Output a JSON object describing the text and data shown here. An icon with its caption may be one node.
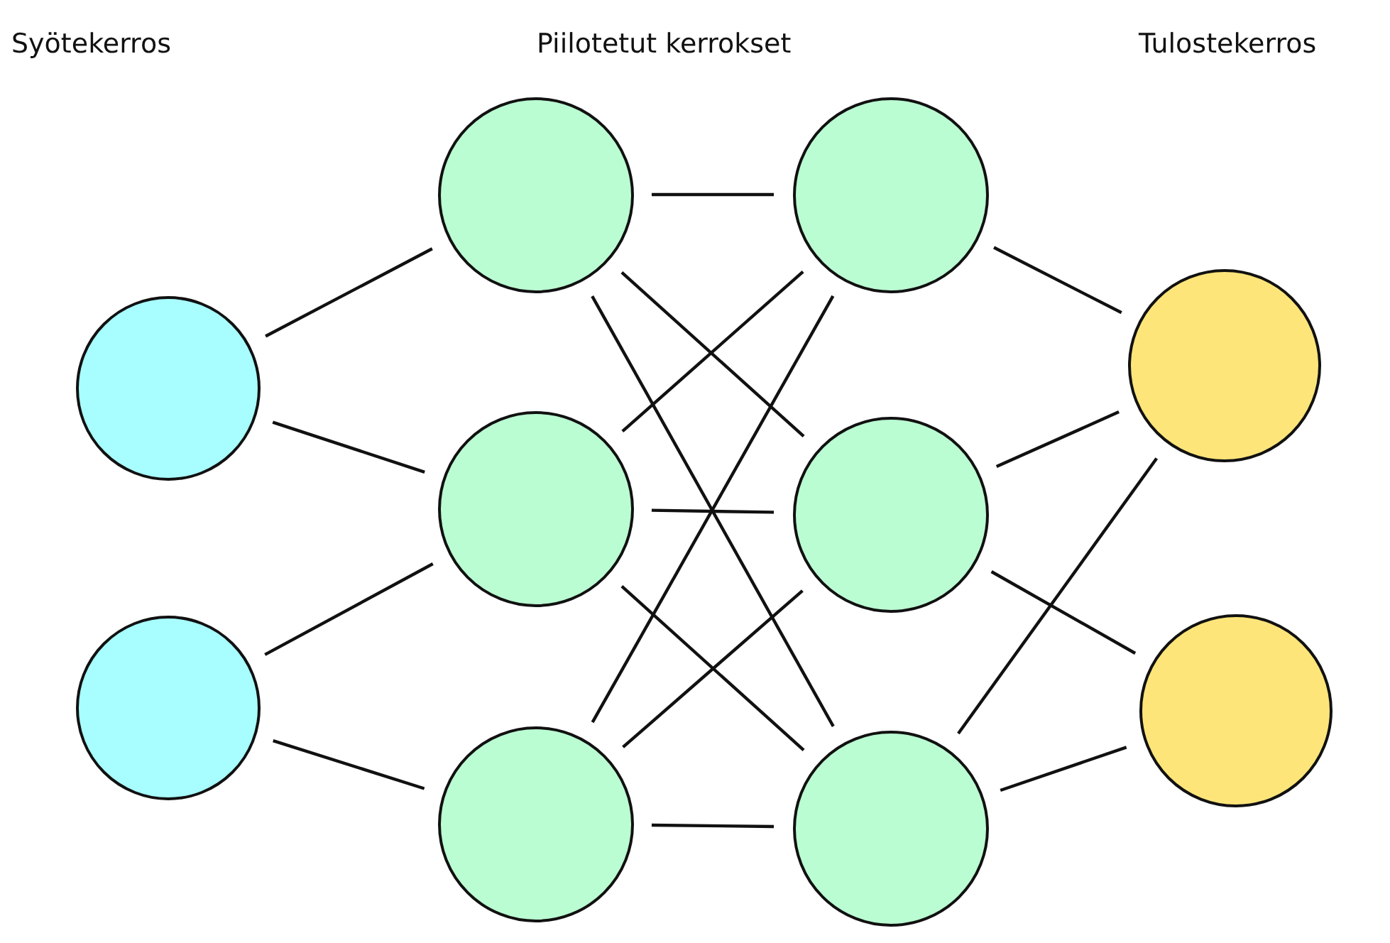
{
  "diagram": {
    "nodes": [
      {
        "text": [],
        "shape": "circle"
      },
      {
        "text": [],
        "shape": "circle"
      },
      {
        "text": [],
        "shape": "circle"
      },
      {
        "text": [],
        "shape": "circle"
      },
      {
        "text": [],
        "shape": "circle"
      },
      {
        "text": [],
        "shape": "circle"
      },
      {
        "text": [],
        "shape": "circle"
      },
      {
        "text": [],
        "shape": "circle"
      },
      {
        "text": [],
        "shape": "circle"
      },
      {
        "text": [],
        "shape": "circle"
      }
    ],
    "edges": [
      {
        "from": 0,
        "to": 2,
        "arrow": "none"
      },
      {
        "from": 0,
        "to": 3,
        "arrow": "none"
      },
      {
        "from": 1,
        "to": 3,
        "arrow": "none"
      },
      {
        "from": 1,
        "to": 4,
        "arrow": "none"
      },
      {
        "from": 2,
        "to": 5,
        "arrow": "none"
      },
      {
        "from": 2,
        "to": 6,
        "arrow": "none"
      },
      {
        "from": 2,
        "to": 7,
        "arrow": "none"
      },
      {
        "from": 3,
        "to": 5,
        "arrow": "none"
      },
      {
        "from": 3,
        "to": 6,
        "arrow": "none"
      },
      {
        "from": 3,
        "to": 7,
        "arrow": "none"
      },
      {
        "from": 4,
        "to": 5,
        "arrow": "none"
      },
      {
        "from": 4,
        "to": 6,
        "arrow": "none"
      },
      {
        "from": 4,
        "to": 7,
        "arrow": "none"
      },
      {
        "from": 5,
        "to": 8,
        "arrow": "none"
      },
      {
        "from": 6,
        "to": 8,
        "arrow": "none"
      },
      {
        "from": 6,
        "to": 9,
        "arrow": "none"
      },
      {
        "from": 7,
        "to": 8,
        "arrow": "none"
      },
      {
        "from": 7,
        "to": 9,
        "arrow": "none"
      }
    ],
    "labels": [
      "Syötekerros",
      "Piilotetut kerrokset",
      "Tulostekerros"
    ]
  }
}
